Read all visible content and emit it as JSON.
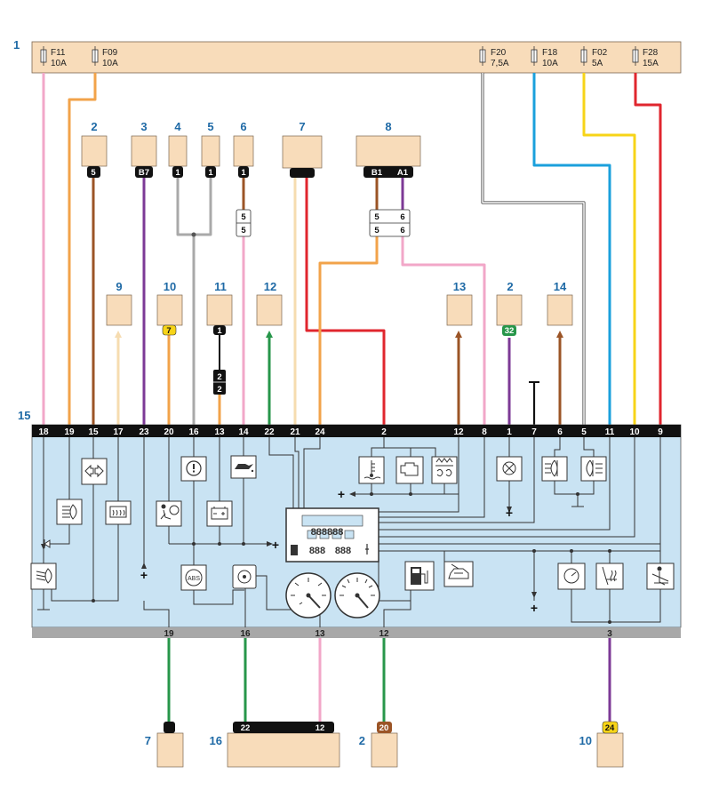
{
  "colors": {
    "pink": "#f2a7c8",
    "orange": "#f2a34a",
    "brown": "#9b5426",
    "purple": "#7d3a96",
    "cream": "#f6dcb0",
    "grey": "#a9a9a9",
    "green": "#27964a",
    "red": "#e0262e",
    "blue": "#1ba0dc",
    "yellow": "#f7d418",
    "black": "#111111",
    "panel": "#c9e3f3",
    "component": "#f8dcba",
    "fuse_bar": "#f8dcba",
    "callout": "#1f6aa6"
  },
  "callouts": {
    "c1": "1",
    "c2a": "2",
    "c3": "3",
    "c4": "4",
    "c5": "5",
    "c6": "6",
    "c7a": "7",
    "c8": "8",
    "c9": "9",
    "c10a": "10",
    "c11": "11",
    "c12": "12",
    "c13": "13",
    "c2b": "2",
    "c14": "14",
    "c15": "15",
    "c7b": "7",
    "c16": "16",
    "c2c": "2",
    "c10b": "10"
  },
  "fuses": [
    {
      "name": "F11",
      "rating": "10A"
    },
    {
      "name": "F09",
      "rating": "10A"
    },
    {
      "name": "F20",
      "rating": "7,5A"
    },
    {
      "name": "F18",
      "rating": "10A"
    },
    {
      "name": "F02",
      "rating": "5A"
    },
    {
      "name": "F28",
      "rating": "15A"
    }
  ],
  "connector_labels": {
    "c2": "5",
    "c3": "B7",
    "c4": "1",
    "c5": "1",
    "c6": "1",
    "c8a": "B1",
    "c8b": "A1",
    "c10": "7",
    "c11": "1",
    "c2b": "32",
    "c7b": "",
    "c16a": "22",
    "c16b": "12",
    "c2c": "20",
    "c10b": "24"
  },
  "splices": {
    "s6_top": "5",
    "s6_bot": "5",
    "s8_tl": "5",
    "s8_tr": "6",
    "s8_bl": "5",
    "s8_br": "6",
    "s11_top": "2",
    "s11_bot": "2"
  },
  "top_pins": [
    "18",
    "19",
    "15",
    "17",
    "23",
    "20",
    "16",
    "13",
    "14",
    "22",
    "21",
    "24",
    "2",
    "12",
    "8",
    "1",
    "7",
    "6",
    "5",
    "11",
    "10",
    "9"
  ],
  "bottom_pins": [
    "19",
    "16",
    "13",
    "12",
    "3"
  ],
  "symbols": {
    "plus": "+",
    "abs": "ABS",
    "lcd_row1": "888888",
    "lcd_row2": "888",
    "lcd_row3": "888"
  }
}
